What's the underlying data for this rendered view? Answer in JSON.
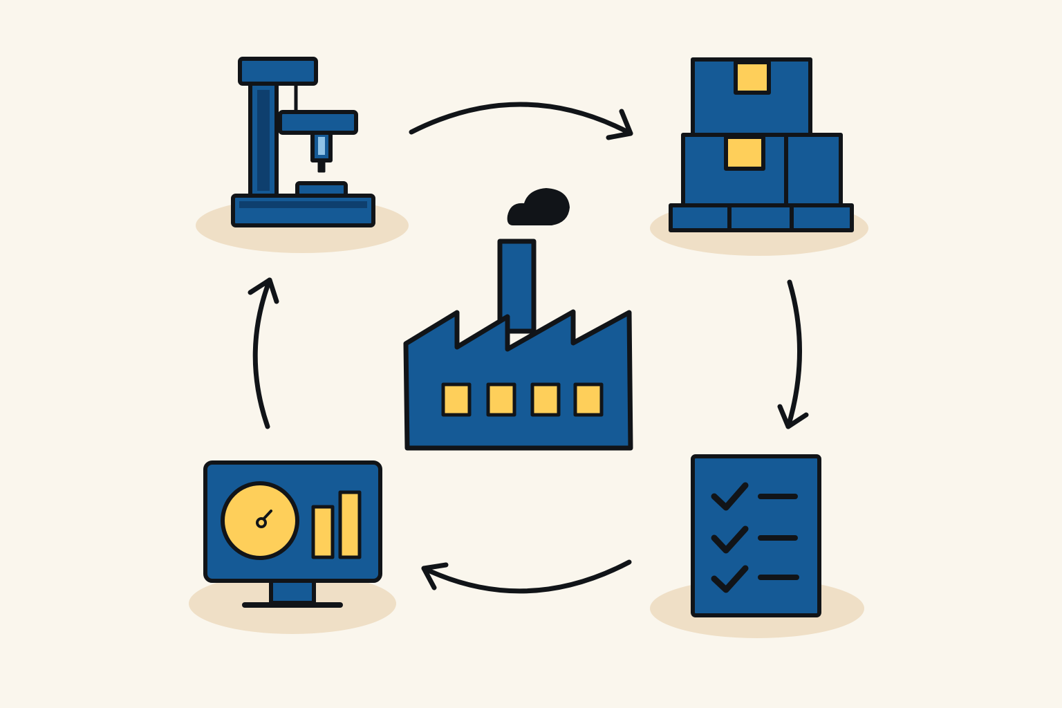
{
  "diagram": {
    "nodes": [
      {
        "id": "machining",
        "icon": "drill-press-icon"
      },
      {
        "id": "inventory",
        "icon": "stacked-boxes-pallet-icon"
      },
      {
        "id": "quality-check",
        "icon": "checklist-icon"
      },
      {
        "id": "monitoring",
        "icon": "monitor-gauge-icon"
      },
      {
        "id": "factory",
        "icon": "factory-icon"
      }
    ],
    "cycle": [
      "machining",
      "inventory",
      "quality-check",
      "monitoring",
      "machining"
    ]
  },
  "colors": {
    "background": "#FAF6ED",
    "shadow": "#EFDFC6",
    "primary": "#155A96",
    "accent": "#FECF5A",
    "outline": "#111418",
    "highlight": "#8FC2E6"
  }
}
